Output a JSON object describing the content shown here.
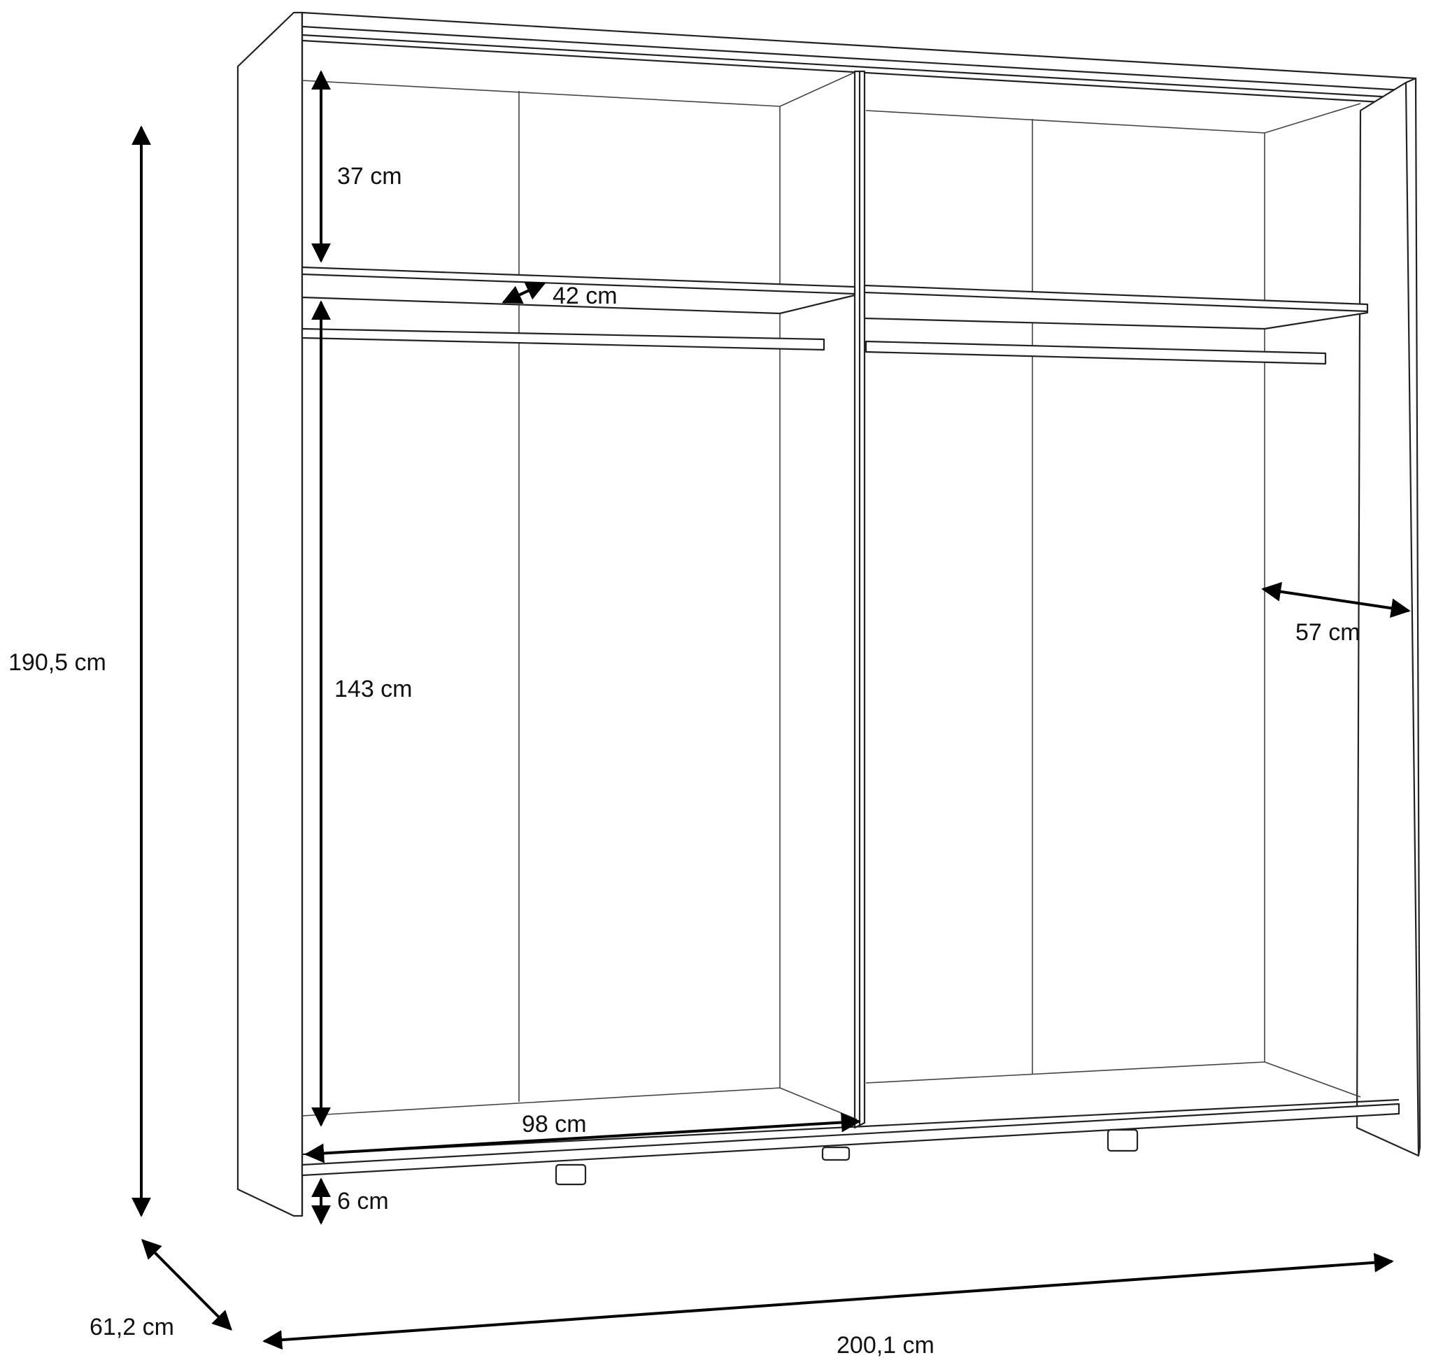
{
  "diagram": {
    "subject": "two-section wardrobe dimension drawing",
    "line_color": "#222222",
    "arrow_color": "#000000",
    "background": "#ffffff"
  },
  "dimensions": {
    "total_height": "190,5 cm",
    "depth": "61,2 cm",
    "total_width": "200,1 cm",
    "top_compartment_height": "37 cm",
    "shelf_depth": "42 cm",
    "hanging_height": "143 cm",
    "inner_depth": "57 cm",
    "compartment_width": "98 cm",
    "plinth_height": "6 cm"
  }
}
